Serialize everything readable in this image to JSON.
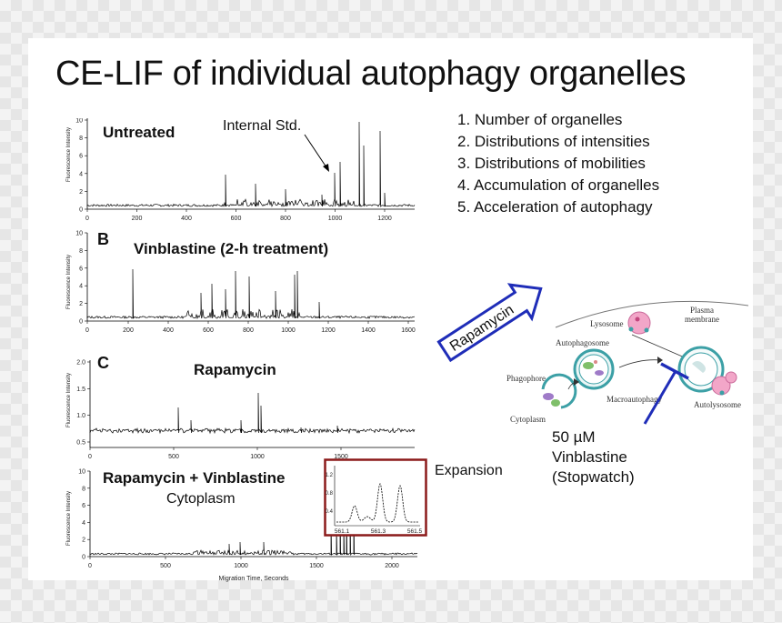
{
  "title": "CE-LIF of individual autophagy organelles",
  "list": [
    "1. Number of organelles",
    "2. Distributions of intensities",
    "3. Distributions of mobilities",
    "4. Accumulation of organelles",
    "5. Acceleration of autophagy"
  ],
  "panels": {
    "a": {
      "label": "Untreated",
      "annotation": "Internal Std.",
      "ylabel": "Fluorescence Intensity",
      "xticks": [
        "0",
        "200",
        "400",
        "600",
        "800",
        "1000",
        "1200"
      ],
      "yticks": [
        "0",
        "2",
        "4",
        "6",
        "8",
        "10"
      ]
    },
    "b": {
      "letter": "B",
      "label": "Vinblastine (2-h treatment)",
      "ylabel": "Fluorescence Intensity",
      "xticks": [
        "0",
        "200",
        "400",
        "600",
        "800",
        "1000",
        "1200",
        "1400",
        "1600"
      ],
      "yticks": [
        "0",
        "2",
        "4",
        "6",
        "8",
        "10"
      ]
    },
    "c": {
      "letter": "C",
      "label": "Rapamycin",
      "ylabel": "Fluorescence Intensity",
      "xticks": [
        "0",
        "500",
        "1000",
        "1500"
      ],
      "yticks": [
        "0.5",
        "1.0",
        "1.5",
        "2.0"
      ]
    },
    "d": {
      "label": "Rapamycin + Vinblastine",
      "sublabel": "Cytoplasm",
      "ylabel": "Fluorescence Intensity",
      "xlabel": "Migration Time, Seconds",
      "xticks": [
        "0",
        "500",
        "1000",
        "1500",
        "2000"
      ],
      "yticks": [
        "0",
        "2",
        "4",
        "6",
        "8",
        "10"
      ]
    }
  },
  "inset": {
    "xticks": [
      "561.1",
      "561.3",
      "561.5"
    ],
    "yticks": [
      "1.2",
      "0.8",
      "0.4"
    ]
  },
  "expansion_label": "Expansion",
  "rapamycin_arrow": "Rapamycin",
  "vinblastine_note": [
    "50 µM",
    "Vinblastine",
    "(Stopwatch)"
  ],
  "diagram": {
    "plasma": "Plasma",
    "membrane": "membrane",
    "lysosome": "Lysosome",
    "autophagosome": "Autophagosome",
    "phagophore": "Phagophore",
    "cytoplasm": "Cytoplasm",
    "macroautophagy": "Macroautophagy",
    "autolysosome": "Autolysosome"
  },
  "colors": {
    "arrow_blue": "#1f2db8",
    "inset_border": "#8b1a1a",
    "lysosome_pink": "#f2a6c8",
    "organelle_teal": "#3ca0a6"
  }
}
